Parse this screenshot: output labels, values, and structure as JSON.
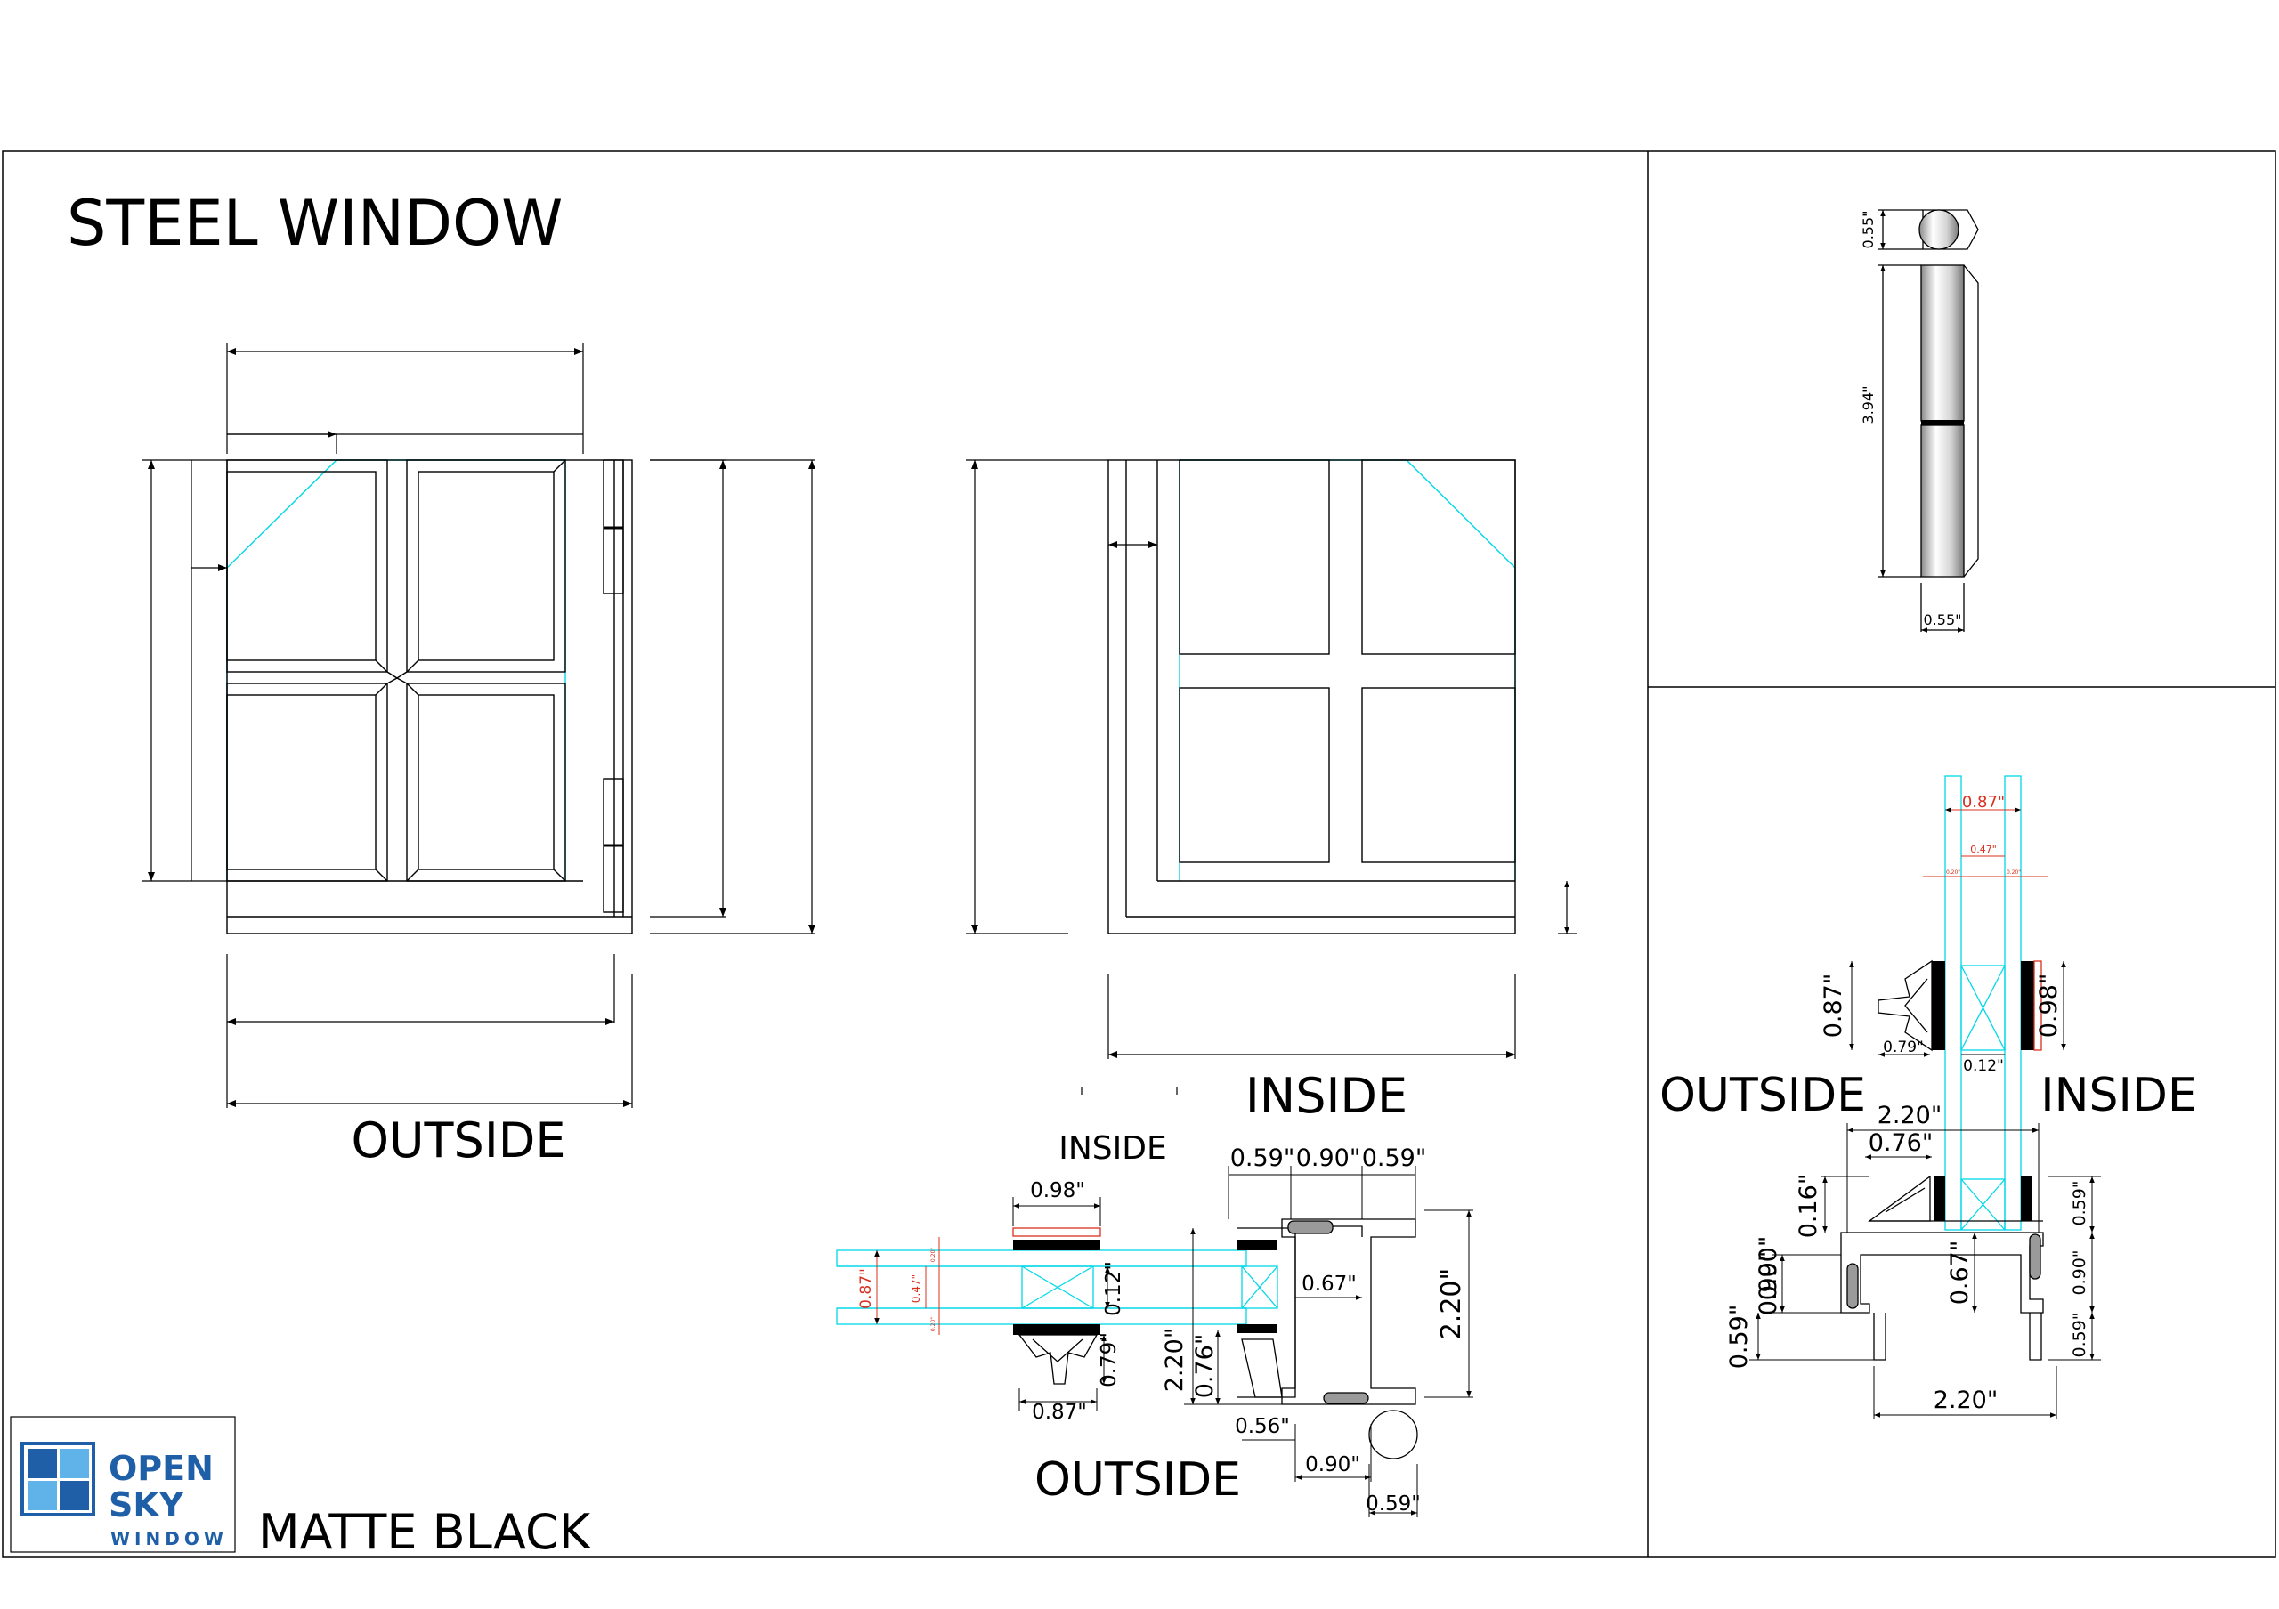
{
  "title": "STEEL WINDOW",
  "finish": "MATTE BLACK",
  "brand": {
    "line1": "OPEN",
    "line2": "SKY",
    "line3": "WINDOW",
    "color": "#1f5fa8"
  },
  "colors": {
    "line": "#000000",
    "cyan": "#00d8e8",
    "red": "#d8301e",
    "gray": "#9a9a9a"
  },
  "elevations": {
    "outside_label": "OUTSIDE",
    "inside_label": "INSIDE"
  },
  "hinge": {
    "cap_height": "0.55\"",
    "length": "3.94\"",
    "width": "0.55\""
  },
  "section_horizontal": {
    "inside_label": "INSIDE",
    "outside_label": "OUTSIDE",
    "dims": {
      "glazing_width": "0.98\"",
      "gap": "0.12\"",
      "glass_thickness": "0.87\"",
      "interlayer": "0.47\"",
      "small_a": "0.20\"",
      "small_b": "0.20\"",
      "bead_height": "0.79\"",
      "bead_width": "0.87\"",
      "frame_depth_left": "2.20\"",
      "lip": "0.76\"",
      "top_a": "0.59\"",
      "top_b": "0.90\"",
      "top_c": "0.59\"",
      "frame_depth_right": "2.20\"",
      "inner": "0.67\"",
      "leg": "0.56\"",
      "hinge_offset": "0.90\"",
      "hinge_dia": "0.59\""
    }
  },
  "section_vertical": {
    "outside_label": "OUTSIDE",
    "inside_label": "INSIDE",
    "dims": {
      "glass_thickness": "0.87\"",
      "interlayer": "0.47\"",
      "small_a": "0.20\"",
      "small_b": "0.20\"",
      "bead_height": "0.87\"",
      "bead_width": "0.79\"",
      "gap": "0.12\"",
      "glazing_height": "0.98\"",
      "frame_width": "2.20\"",
      "lip": "0.76\"",
      "step": "0.16\"",
      "mid_a": "0.90\"",
      "mid_b": "0.90\"",
      "inner": "0.67\"",
      "right_top": "0.59\"",
      "right_mid": "0.90\"",
      "right_bot": "0.59\"",
      "left_bot": "0.59\"",
      "frame_width_bottom": "2.20\""
    }
  }
}
